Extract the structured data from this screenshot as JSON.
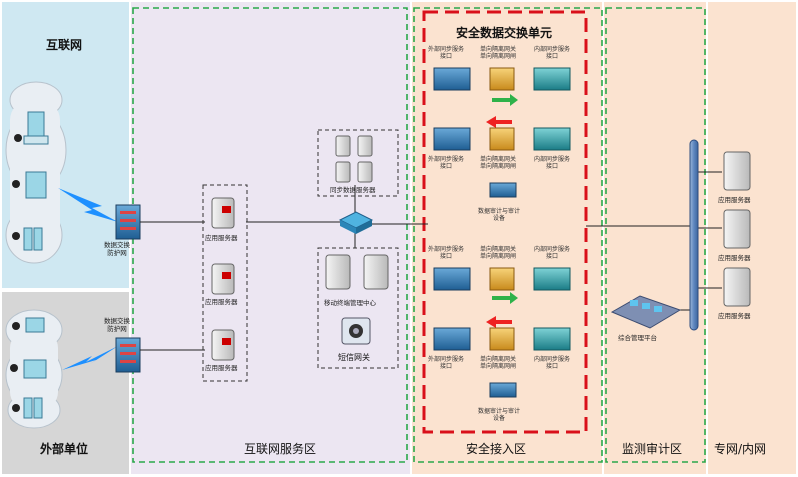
{
  "zones": {
    "internet": "互联网",
    "external": "外部单位",
    "internet_service": "互联网服务区",
    "secure_access": "安全接入区",
    "monitor_audit": "监测审计区",
    "private_net": "专网/内网"
  },
  "exchange_unit_title": "安全数据交换单元",
  "devices": {
    "data_exchange_firewall": "数据交换\n防护网",
    "app_server": "应用服务器",
    "sync_server_group": "同步数据服务器",
    "mobile_manager_center": "移动终端管理中心",
    "sms_gateway": "短信网关",
    "external_sync_port": "外部同步服务\n接口",
    "one_way_transfer": "单向隔离网关\n单向隔离网闸",
    "internal_sync_port": "内部同步服务\n接口",
    "security_audit": "数据审计与审计\n设备",
    "integrated_mgmt": "综合管理平台",
    "internal_app_server": "应用服务器"
  },
  "colors": {
    "internet_bg": "#cfe8f2",
    "external_bg": "#d6d6d6",
    "service_bg": "#ece6f2",
    "secure_bg": "#fbe3d0",
    "monitor_bg": "#fbe3d0",
    "private_bg": "#fbe3d0",
    "red_dash": "#d9101a",
    "green_dash": "#2aa84a"
  }
}
